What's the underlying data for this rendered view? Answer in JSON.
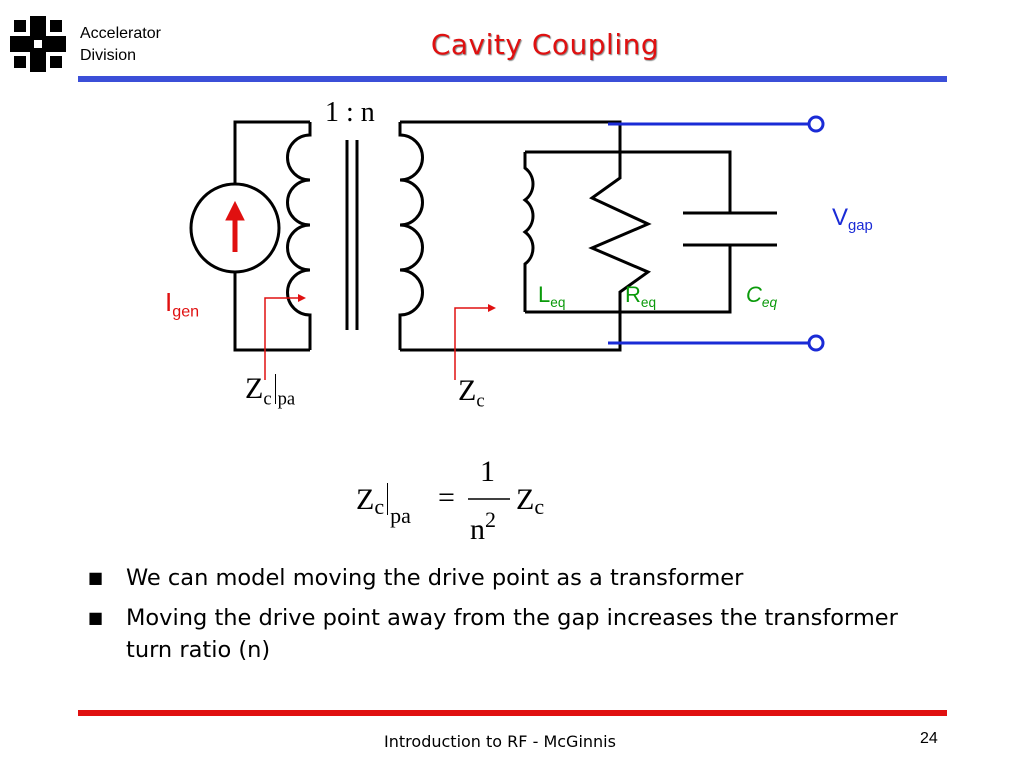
{
  "header": {
    "org_line1": "Accelerator",
    "org_line2": "Division",
    "title": "Cavity Coupling"
  },
  "diagram": {
    "turn_ratio": "1 : n",
    "v_gap": {
      "main": "V",
      "sub": "gap"
    },
    "i_gen": {
      "main": "I",
      "sub": "gen"
    },
    "l_eq": {
      "main": "L",
      "sub": "eq"
    },
    "r_eq": {
      "main": "R",
      "sub": "eq"
    },
    "c_eq": {
      "main": "C",
      "sub": "eq"
    },
    "zc_pa": {
      "main": "Z",
      "sub": "c",
      "sub2": "pa"
    },
    "zc": {
      "main": "Z",
      "sub": "c"
    }
  },
  "formula": {
    "lhs_main": "Z",
    "lhs_sub": "c",
    "lhs_sub2": "pa",
    "equals": "=",
    "numerator": "1",
    "denominator": "n",
    "exponent": "2",
    "rhs_main": "Z",
    "rhs_sub": "c"
  },
  "bullets": [
    "We can model moving the drive point as a transformer",
    "Moving the drive point away from the gap increases the transformer turn ratio (n)"
  ],
  "footer": {
    "text": "Introduction to RF - McGinnis",
    "page": "24"
  },
  "colors": {
    "title": "#e01010",
    "top_rule": "#3b4fd8",
    "bottom_rule": "#e01010",
    "v_gap": "#1a2bd6",
    "i_gen": "#e01010",
    "eq_labels": "#0a9a0a"
  }
}
